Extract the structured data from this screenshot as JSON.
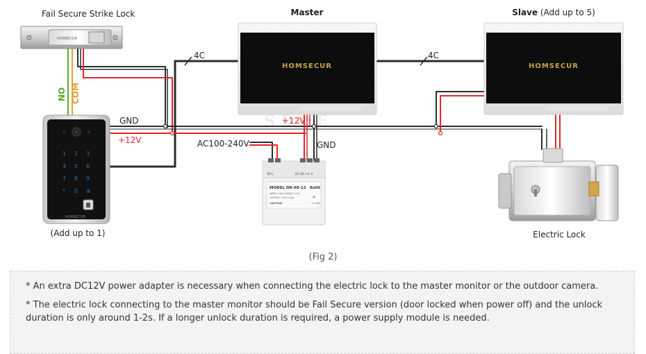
{
  "labels": {
    "strike_lock": "Fail Secure Strike Lock",
    "master": "Master",
    "slave_bold": "Slave",
    "slave_rest": " (Add up to 5)",
    "wire_4c_left": "4C",
    "wire_4c_right": "4C",
    "no": "NO",
    "com": "COM",
    "gnd_left": "GND",
    "plus12_left": "+12V",
    "plus12_center": "+12V",
    "gnd_center": "GND",
    "ac": "AC100-240V",
    "add_up_to_1": "(Add up to 1)",
    "electric_lock": "Electric Lock",
    "brand_master": "HOMSECUR",
    "brand_slave": "HOMSECUR",
    "brand_strike": "HOMSECUR",
    "brand_keypad": "HOMSECUR",
    "psu_model": "MODEL DR-60-12",
    "psu_rohs": "RoHS",
    "psu_nl": "N  L",
    "psu_dc": "DC OK  +V  -V",
    "psu_input": "INPUT: 100-240VAC  1.5A",
    "psu_output": "OUTPUT: +12V  4.5A",
    "psu_caution": "CAUTION:",
    "psu_adj": "+V ADJ",
    "watermark": "S  BASE"
  },
  "caption": "(Fig 2)",
  "notes": [
    "* An extra DC12V power adapter is necessary when connecting the electric lock to the master monitor or the outdoor camera.",
    "* The electric lock connecting to the master monitor should be Fail Secure version (door locked when power off) and the unlock duration is only around 1-2s. If a longer unlock duration is required, a power supply module is needed."
  ],
  "colors": {
    "wire_black": "#2b2b2b",
    "wire_red": "#e0262a",
    "wire_green": "#5aa832",
    "wire_orange": "#e6a13a",
    "monitor_screen": "#0d0d0d",
    "brand_gold": "#c9a24a"
  }
}
